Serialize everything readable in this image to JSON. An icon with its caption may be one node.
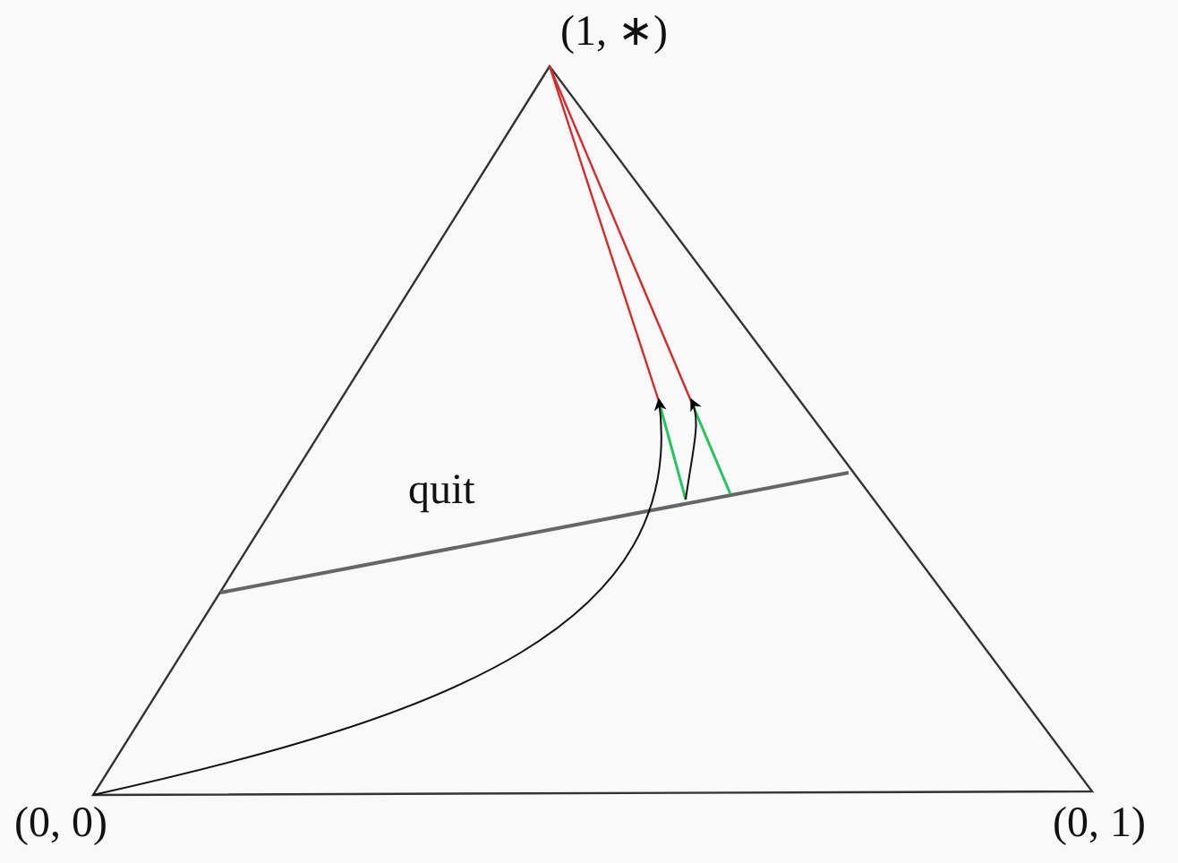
{
  "diagram": {
    "labels": [
      "(1, ∗)",
      "quit",
      "(0, 0)",
      "(0, 1)"
    ]
  }
}
